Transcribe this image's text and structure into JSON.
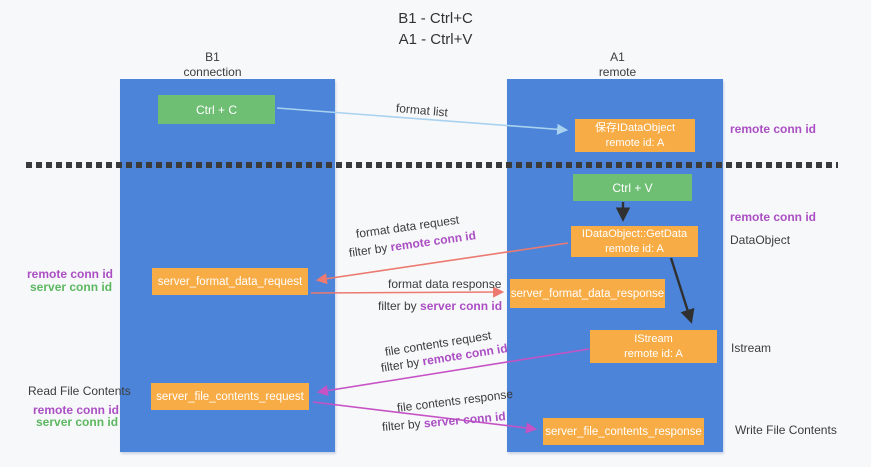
{
  "title": {
    "line1": "B1 - Ctrl+C",
    "line2": "A1 - Ctrl+V"
  },
  "columns": {
    "left": {
      "name": "B1",
      "role": "connection"
    },
    "right": {
      "name": "A1",
      "role": "remote"
    }
  },
  "nodes": {
    "ctrl_c": {
      "label": "Ctrl + C"
    },
    "save_idataobject": {
      "line1": "保存IDataObject",
      "line2": "remote id: A"
    },
    "ctrl_v": {
      "label": "Ctrl + V"
    },
    "getdata": {
      "line1": "IDataObject::GetData",
      "line2": "remote id: A"
    },
    "server_format_data_request": {
      "label": "server_format_data_request"
    },
    "server_format_data_response": {
      "label": "server_format_data_response"
    },
    "istream": {
      "line1": "IStream",
      "line2": "remote id: A"
    },
    "server_file_contents_request": {
      "label": "server_file_contents_request"
    },
    "server_file_contents_response": {
      "label": "server_file_contents_response"
    }
  },
  "arrow_labels": {
    "format_list": "format list",
    "format_data_request": "format data request",
    "format_data_response": "format data response",
    "file_contents_request": "file contents request",
    "file_contents_response": "file contents response",
    "filter_by": "filter by",
    "remote_conn_id": "remote conn id",
    "server_conn_id": "server conn id"
  },
  "side_labels": {
    "right_remote_conn_id_top": "remote conn id",
    "right_remote_conn_id_mid": "remote conn id",
    "dataobject": "DataObject",
    "istream": "Istream",
    "write_file_contents": "Write File Contents",
    "left_remote_conn_id_mid": "remote conn id",
    "left_server_conn_id_mid": "server conn id",
    "read_file_contents": "Read File Contents",
    "left_remote_conn_id_bottom": "remote conn id",
    "left_server_conn_id_bottom": "server conn id"
  },
  "colors": {
    "lane_blue": "#4b84d8",
    "node_orange": "#f8ac46",
    "node_green": "#6ebe73",
    "arrow_lightblue": "#a9d2f0",
    "arrow_red": "#ec7a70",
    "arrow_magenta": "#c653c6",
    "arrow_black": "#303030",
    "text_purple": "#ab4fc4",
    "text_green": "#5cb860",
    "text_dark": "#3c3c3c",
    "divider_dash": "#3b3b3b",
    "background": "#f7f8f9"
  }
}
